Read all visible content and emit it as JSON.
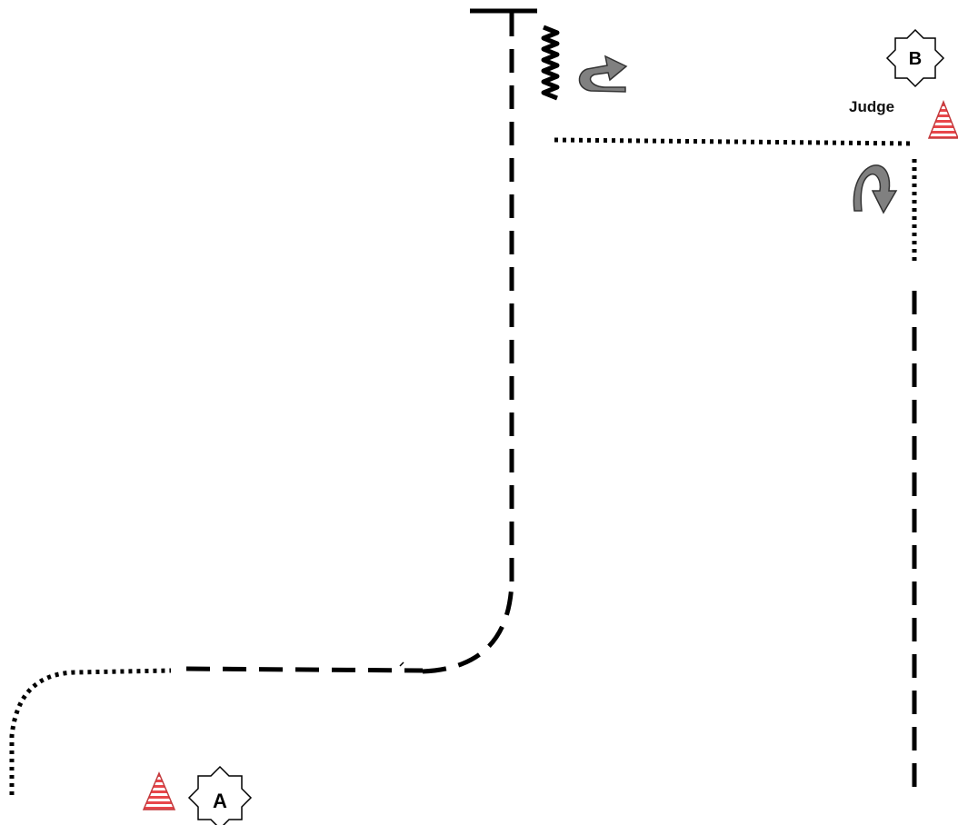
{
  "diagram": {
    "markers": [
      {
        "id": "A",
        "label": "A"
      },
      {
        "id": "B",
        "label": "B"
      }
    ],
    "judge_label": "Judge",
    "colors": {
      "path": "#000000",
      "cone_fill": "#e8474b",
      "cone_stripe": "#ffffff",
      "turn_arrow": "#808080",
      "marker_fill": "#ffffff"
    },
    "icons": [
      "start-bar-icon",
      "spiral-spin-icon",
      "turn-arrow-icon",
      "cone-icon",
      "star-marker-icon"
    ]
  }
}
